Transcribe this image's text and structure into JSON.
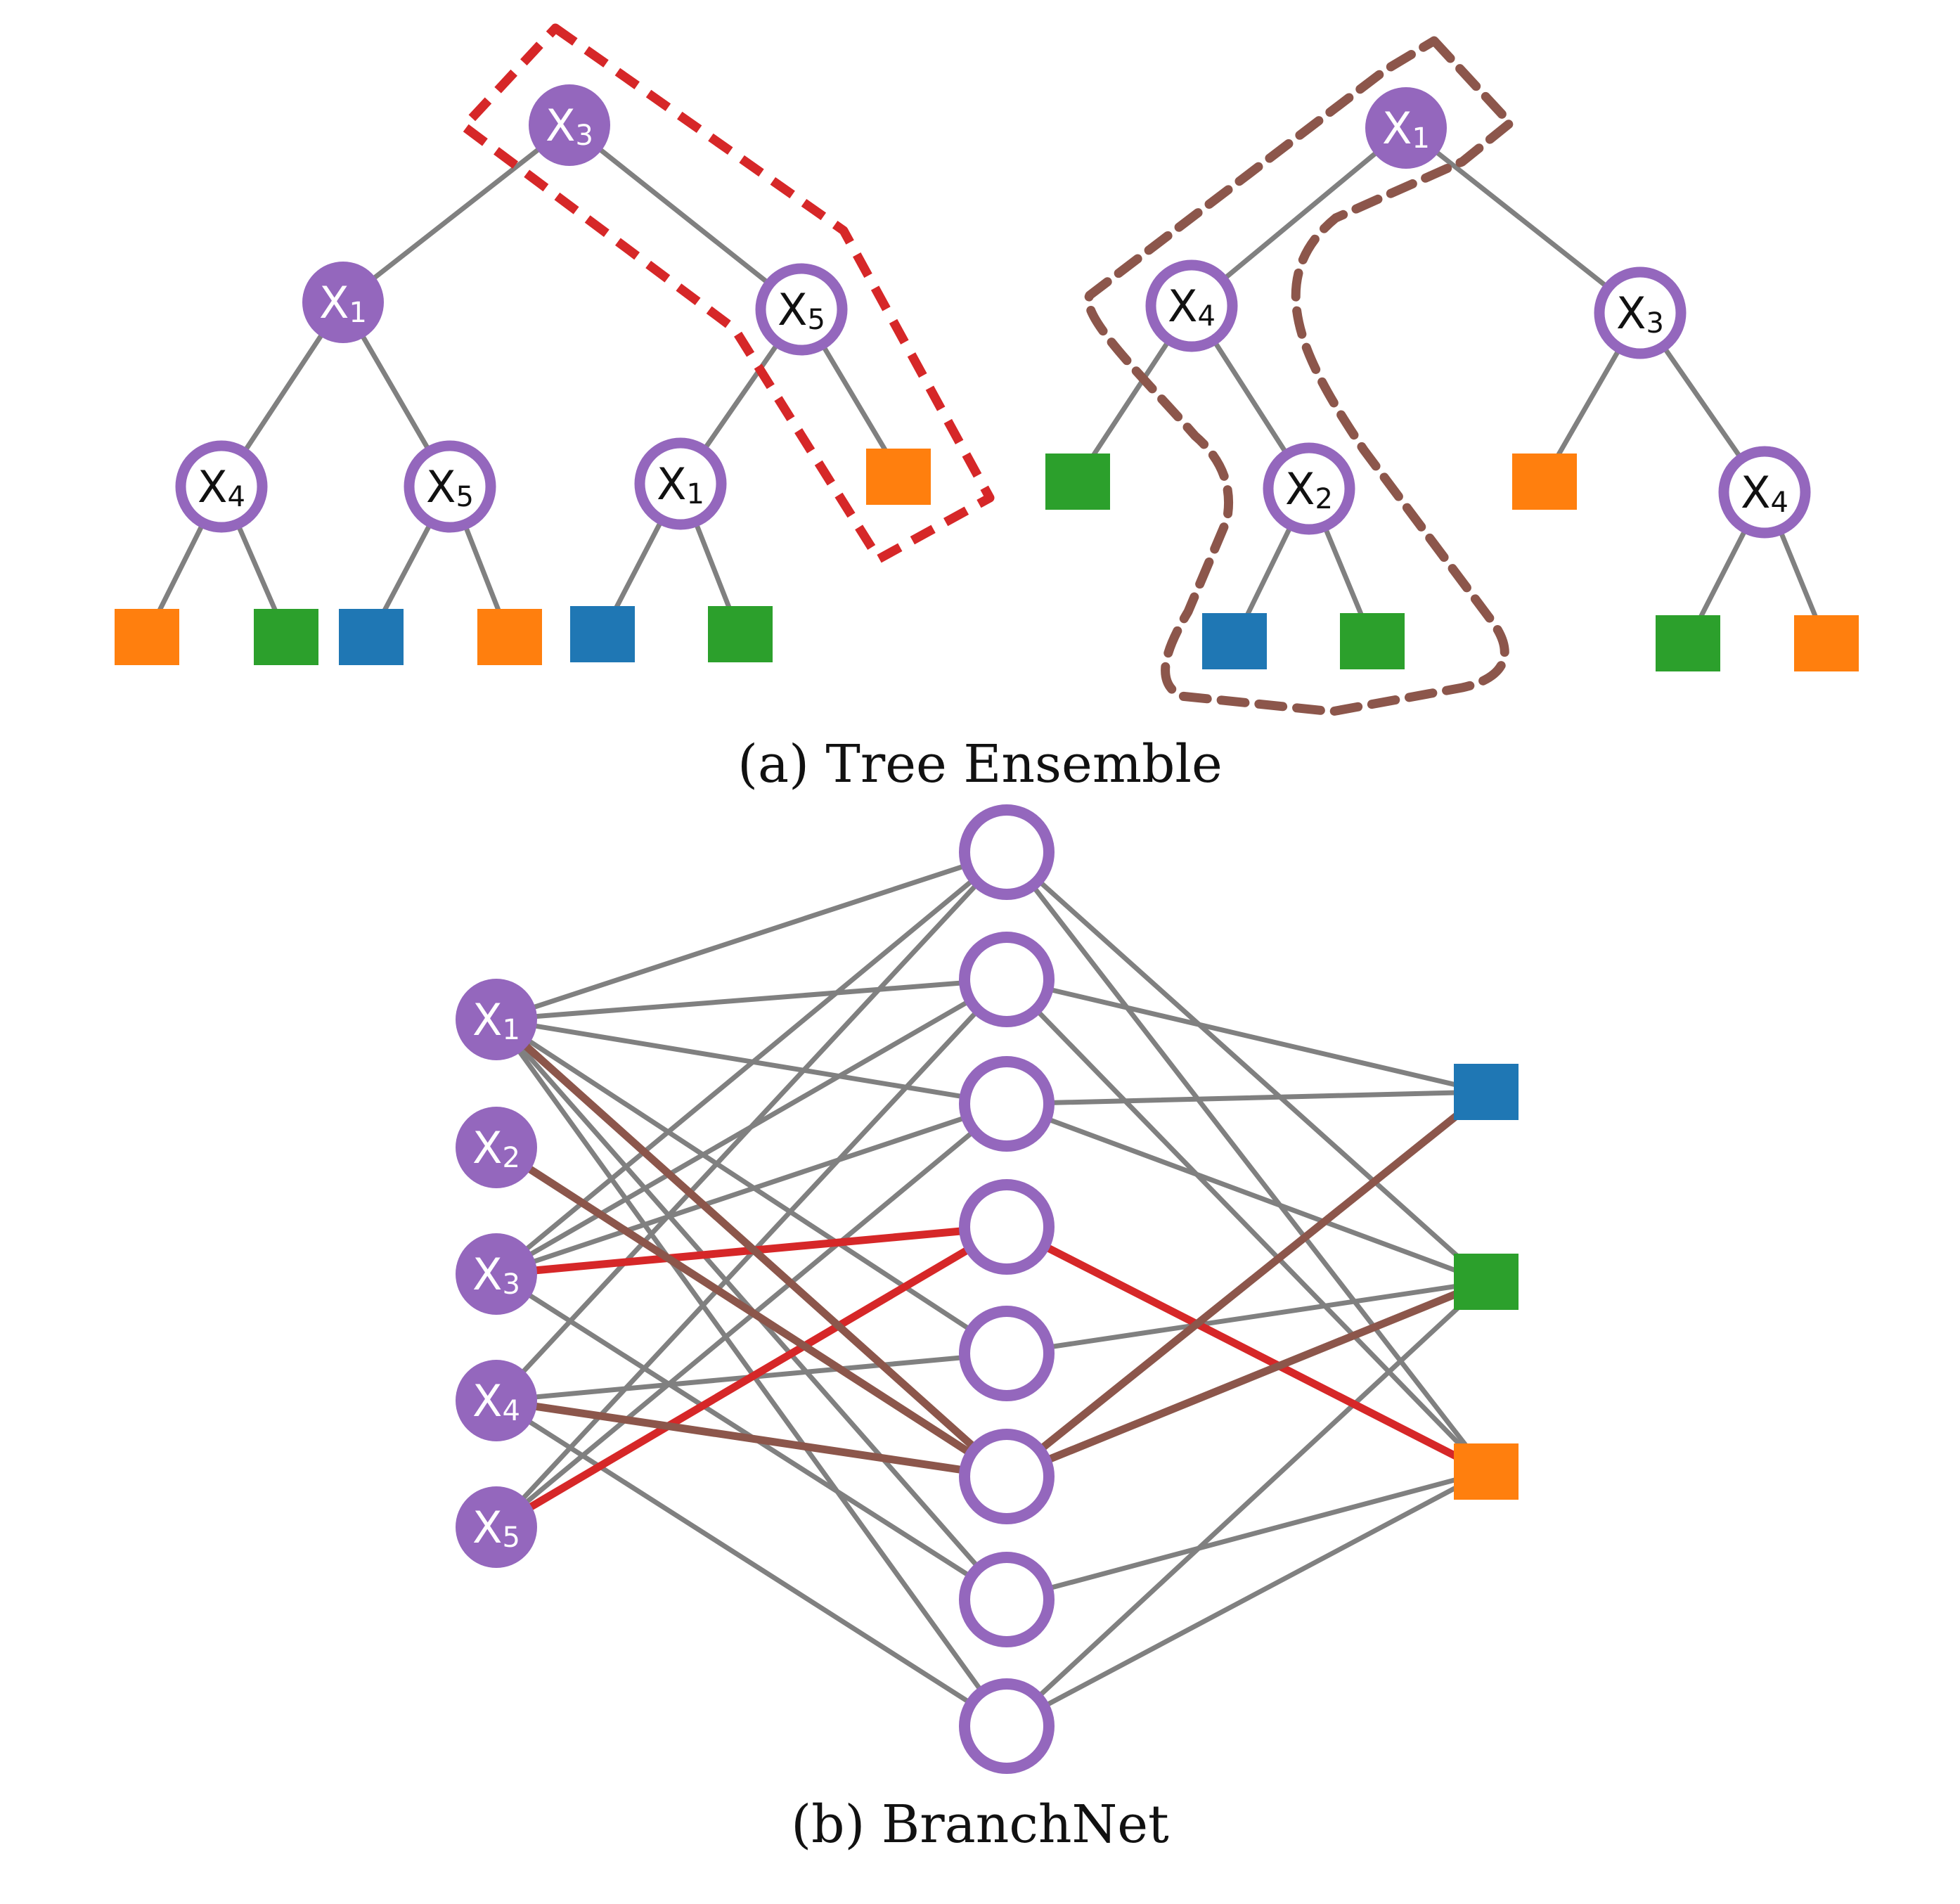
{
  "colors": {
    "node": "#9467bd",
    "edge": "#808080",
    "red_path": "#d62728",
    "brown_path": "#8c564b",
    "leaf_blue": "#1f77b4",
    "leaf_green": "#2ca02c",
    "leaf_orange": "#ff7f0e"
  },
  "captions": {
    "a": "(a) Tree Ensemble",
    "b": "(b) BranchNet"
  },
  "tree1": {
    "root": {
      "var": "X",
      "idx": "3"
    },
    "l": {
      "var": "X",
      "idx": "1"
    },
    "r": {
      "var": "X",
      "idx": "5"
    },
    "ll": {
      "var": "X",
      "idx": "4"
    },
    "lr": {
      "var": "X",
      "idx": "5"
    },
    "rl": {
      "var": "X",
      "idx": "1"
    },
    "leaves": [
      "orange",
      "green",
      "blue",
      "orange",
      "blue",
      "green",
      "orange"
    ]
  },
  "tree2": {
    "root": {
      "var": "X",
      "idx": "1"
    },
    "l": {
      "var": "X",
      "idx": "4"
    },
    "r": {
      "var": "X",
      "idx": "3"
    },
    "lr": {
      "var": "X",
      "idx": "2"
    },
    "rr": {
      "var": "X",
      "idx": "4"
    },
    "leaves": [
      "green",
      "blue",
      "green",
      "orange",
      "green",
      "orange"
    ]
  },
  "branchnet": {
    "inputs": [
      {
        "var": "X",
        "idx": "1"
      },
      {
        "var": "X",
        "idx": "2"
      },
      {
        "var": "X",
        "idx": "3"
      },
      {
        "var": "X",
        "idx": "4"
      },
      {
        "var": "X",
        "idx": "5"
      }
    ],
    "hidden_count": 8,
    "outputs": [
      "blue",
      "green",
      "orange"
    ]
  }
}
